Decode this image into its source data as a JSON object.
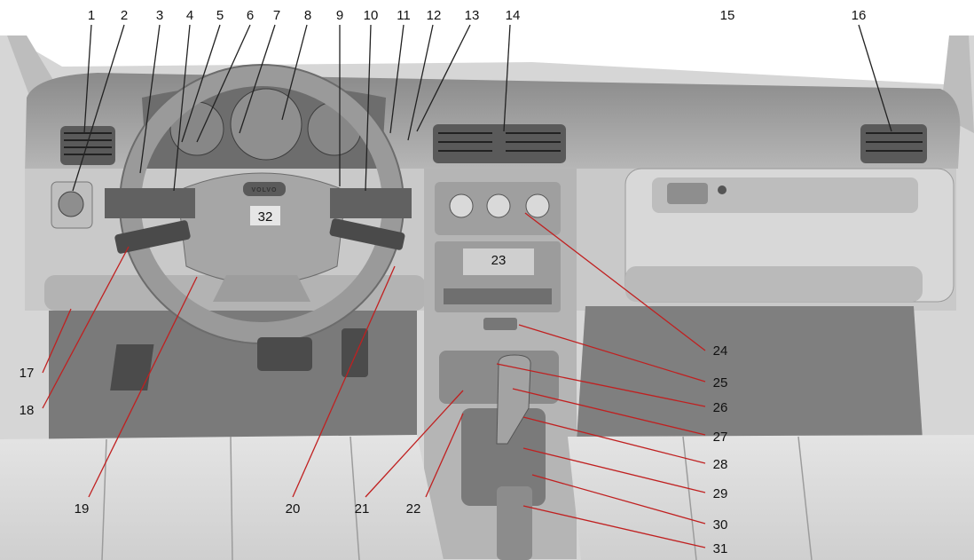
{
  "colors": {
    "background": "#ffffff",
    "dash_dark": "#6c6c6c",
    "dash_mid": "#a9a9a9",
    "dash_light": "#d2d2d2",
    "leader": "#c02020",
    "label": "#111111"
  },
  "badge_text": "VOLVO",
  "callouts": [
    {
      "id": "1",
      "label": "1"
    },
    {
      "id": "2",
      "label": "2"
    },
    {
      "id": "3",
      "label": "3"
    },
    {
      "id": "4",
      "label": "4"
    },
    {
      "id": "5",
      "label": "5"
    },
    {
      "id": "6",
      "label": "6"
    },
    {
      "id": "7",
      "label": "7"
    },
    {
      "id": "8",
      "label": "8"
    },
    {
      "id": "9",
      "label": "9"
    },
    {
      "id": "10",
      "label": "10"
    },
    {
      "id": "11",
      "label": "11"
    },
    {
      "id": "12",
      "label": "12"
    },
    {
      "id": "13",
      "label": "13"
    },
    {
      "id": "14",
      "label": "14"
    },
    {
      "id": "15",
      "label": "15"
    },
    {
      "id": "16",
      "label": "16"
    },
    {
      "id": "17",
      "label": "17"
    },
    {
      "id": "18",
      "label": "18"
    },
    {
      "id": "19",
      "label": "19"
    },
    {
      "id": "20",
      "label": "20"
    },
    {
      "id": "21",
      "label": "21"
    },
    {
      "id": "22",
      "label": "22"
    },
    {
      "id": "23",
      "label": "23"
    },
    {
      "id": "24",
      "label": "24"
    },
    {
      "id": "25",
      "label": "25"
    },
    {
      "id": "26",
      "label": "26"
    },
    {
      "id": "27",
      "label": "27"
    },
    {
      "id": "28",
      "label": "28"
    },
    {
      "id": "29",
      "label": "29"
    },
    {
      "id": "30",
      "label": "30"
    },
    {
      "id": "31",
      "label": "31"
    },
    {
      "id": "32",
      "label": "32"
    }
  ]
}
